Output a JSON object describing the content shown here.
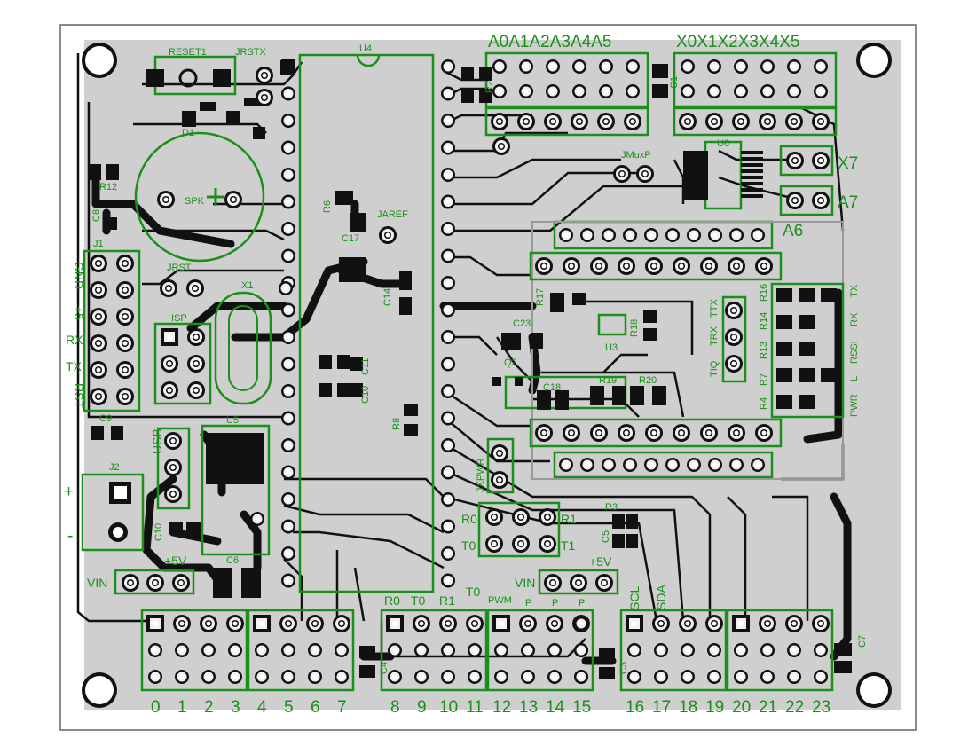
{
  "colors": {
    "board": "#cfcfcf",
    "copper": "#111111",
    "silk": "#1a8f1a",
    "pad_ring": "#f2f2f2",
    "hole": "#ffffff",
    "outline": "#8a8a8a"
  },
  "labels": {
    "reset1": "RESET1",
    "jrstx": "JRSTX",
    "u4": "U4",
    "d1": "D1",
    "r12": "R12",
    "spk": "SPK",
    "c8": "C8",
    "j1": "J1",
    "gnd": "GND",
    "plus5": "+5",
    "rx": "RX",
    "tx": "TX",
    "rst": "RST",
    "c9": "C9",
    "usb": "USB",
    "u5": "U5",
    "j2": "J2",
    "plus": "+",
    "minus": "-",
    "c10": "C10",
    "plus5v": "+5V",
    "c6": "C6",
    "vin": "VIN",
    "jrst": "JRST",
    "isp": "ISP",
    "x1": "X1",
    "r6": "R6",
    "c17": "C17",
    "jaref": "JAREF",
    "c14": "C14",
    "c11": "C11",
    "c10b": "C10",
    "r8": "R8",
    "a_header": "A0A1A2A3A4A5",
    "x_header": "X0X1X2X3X4X5",
    "r2": "R2",
    "c1": "C1",
    "u6": "U6",
    "jmux": "JMuxP",
    "x7": "X7",
    "a7": "A7",
    "a6": "A6",
    "r17": "R17",
    "c23": "C23",
    "r18": "R18",
    "u3": "U3",
    "tiq": "TIQ",
    "trx": "TRX",
    "txx": "TTX",
    "r16": "R16",
    "r14": "R14",
    "r13": "R13",
    "r7": "R7",
    "r4": "R4",
    "tx2": "TX",
    "rx2": "RX",
    "rssi": "RSSI",
    "l": "L",
    "pwr": "PWR",
    "q2": "Q2",
    "c18": "C18",
    "r19": "R19",
    "r20": "R20",
    "jxpwr": "JXPWR",
    "r0": "R0",
    "t0": "T0",
    "r1": "R1",
    "t1": "T1",
    "r3": "R3",
    "c5": "C5",
    "plus5v2": "+5V",
    "vin2": "VIN",
    "r0b": "R0",
    "t0b": "T0",
    "r1b": "R1",
    "t0c": "T0",
    "pwm": "PWM",
    "p1": "P",
    "p2": "P",
    "p3": "P",
    "scl": "SCL",
    "sda": "SDA",
    "c4": "C4",
    "c3": "C3",
    "c7": "C7",
    "pins": [
      "0",
      "1",
      "2",
      "3",
      "4",
      "5",
      "6",
      "7",
      "8",
      "9",
      "10",
      "11",
      "12",
      "13",
      "14",
      "15",
      "16",
      "17",
      "18",
      "19",
      "20",
      "21",
      "22",
      "23"
    ]
  }
}
